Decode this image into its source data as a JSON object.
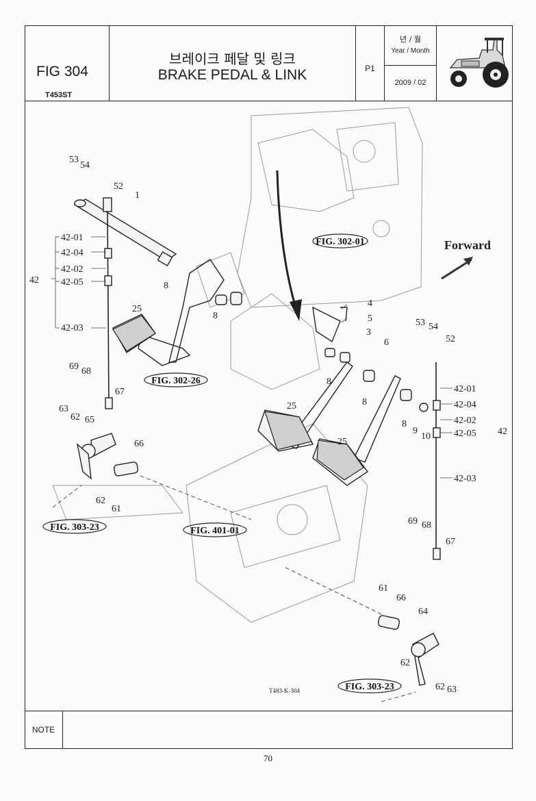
{
  "header": {
    "fig_no": "FIG 304",
    "model": "T453ST",
    "title_ko": "브레이크 페달 및 링크",
    "title_en": "BRAKE PEDAL & LINK",
    "page": "P1",
    "date_label_ko": "년 / 월",
    "date_label_en": "Year / Month",
    "date_value": "2009 / 02",
    "tractor_icon": "tractor-icon"
  },
  "diagram": {
    "forward_label": "Forward",
    "drawing_code": "T483-K-304",
    "refs": [
      "FIG. 302-01",
      "FIG. 302-26",
      "FIG. 303-23",
      "FIG. 401-01",
      "FIG. 303-23"
    ],
    "left_labels": [
      "53",
      "54",
      "52",
      "1",
      "42-01",
      "42-04",
      "42-02",
      "42-05",
      "42",
      "42-03",
      "8",
      "8",
      "25",
      "69",
      "68",
      "67",
      "63",
      "62",
      "65",
      "66",
      "62",
      "61"
    ],
    "right_labels": [
      "4",
      "5",
      "3",
      "6",
      "53",
      "54",
      "52",
      "42-01",
      "42-04",
      "42-02",
      "42-05",
      "42",
      "42-03",
      "8",
      "8",
      "8",
      "9",
      "10",
      "25",
      "25",
      "69",
      "68",
      "67",
      "61",
      "66",
      "64",
      "62",
      "62",
      "63"
    ]
  },
  "footer": {
    "note_label": "NOTE",
    "page_number": "70"
  },
  "colors": {
    "ink": "#1a1a1a",
    "paper": "#fbfbf9",
    "faint": "#9a9a9a"
  }
}
